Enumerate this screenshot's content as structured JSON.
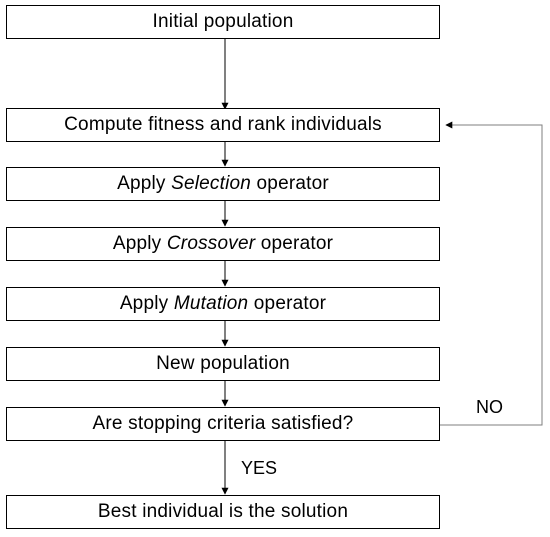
{
  "steps": {
    "initial": "Initial population",
    "fitness": "Compute fitness and rank individuals",
    "selection": {
      "prefix": "Apply ",
      "operator": "Selection",
      "suffix": " operator"
    },
    "crossover": {
      "prefix": "Apply ",
      "operator": "Crossover",
      "suffix": " operator"
    },
    "mutation": {
      "prefix": "Apply ",
      "operator": "Mutation",
      "suffix": " operator"
    },
    "new_population": "New population",
    "stopping": "Are stopping criteria satisfied?",
    "best": "Best individual is the solution"
  },
  "branches": {
    "no": "NO",
    "yes": "YES"
  },
  "colors": {
    "line": "#000000",
    "feedback_line": "#7f7f7f"
  }
}
